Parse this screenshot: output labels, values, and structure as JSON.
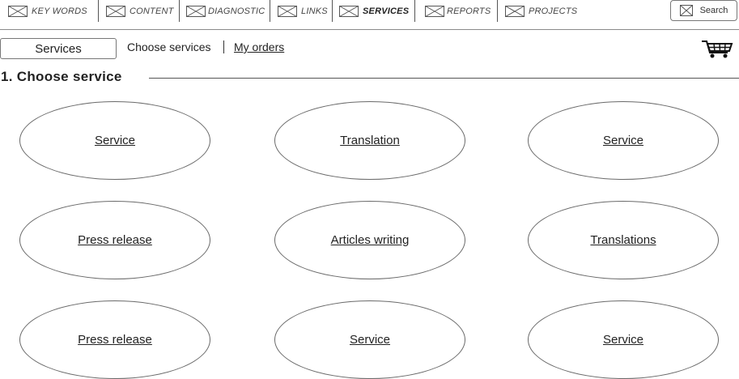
{
  "topnav": {
    "items": [
      {
        "label": "KEY WORDS",
        "active": false
      },
      {
        "label": "CONTENT",
        "active": false
      },
      {
        "label": "DIAGNOSTIC",
        "active": false
      },
      {
        "label": "LINKS",
        "active": false
      },
      {
        "label": "SERVICES",
        "active": true
      },
      {
        "label": "REPORTS",
        "active": false
      },
      {
        "label": "PROJECTS",
        "active": false
      }
    ],
    "item_icon": "image-placeholder-icon",
    "search": {
      "label": "Search",
      "icon": "image-placeholder-icon"
    }
  },
  "subnav": {
    "services_button": "Services",
    "choose_services": "Choose services",
    "my_orders": "My orders",
    "cart_icon": "shopping-cart-icon"
  },
  "section": {
    "title": "1. Choose service"
  },
  "services": [
    {
      "label": "Service"
    },
    {
      "label": "Translation"
    },
    {
      "label": "Service"
    },
    {
      "label": "Press release"
    },
    {
      "label": "Articles writing"
    },
    {
      "label": "Translations"
    },
    {
      "label": "Press release"
    },
    {
      "label": "Service"
    },
    {
      "label": "Service"
    }
  ]
}
